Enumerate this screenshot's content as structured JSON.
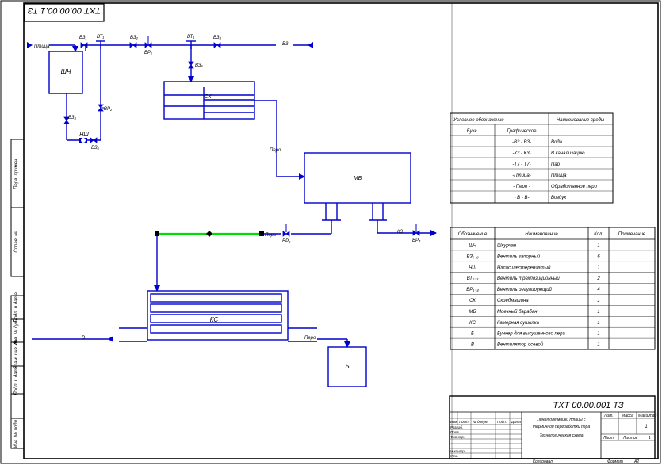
{
  "drawing": {
    "code_top": "ТХТ 00.00.00.1 ТЗ",
    "code_stamp": "ТХТ 00.00.001 ТЗ",
    "stamp_description_l1": "Линия для мойки птицы с",
    "stamp_description_l2": "термичной переработки пера",
    "stamp_description_l3": "Технологическая схема",
    "stamp_headers": [
      "Изм.",
      "Лист",
      "№ докум.",
      "Подп.",
      "Дата"
    ],
    "stamp_roles": [
      "Разраб.",
      "Пров.",
      "Т.контр.",
      "Н.контр.",
      "Утв."
    ],
    "stamp_lit": "Лит.",
    "stamp_mass": "Масса",
    "stamp_scale": "Масштаб",
    "stamp_scale_value": "1",
    "stamp_sheet": "Лист",
    "stamp_sheets": "Листов",
    "stamp_sheets_value": "1",
    "footer_copied": "Копировал",
    "footer_format": "Формат",
    "footer_format_value": "А2",
    "left_strip": [
      "Инв. № подл.",
      "Подп. и дата",
      "Взам. инв. №",
      "Инв. № дубл.",
      "Подп. и дата",
      "Справ. №",
      "Перв. примен."
    ]
  },
  "diagram": {
    "equipment": {
      "shch": "ШЧ",
      "sk": "СК",
      "mb": "МБ",
      "ks": "КС",
      "b": "Б",
      "nsh": "НШ"
    },
    "flow_labels": {
      "ptitsa": "Птица",
      "pero1": "Перо",
      "pero2": "Перо",
      "pero3": "Перо",
      "v_in": "В",
      "v3": "В3",
      "k3": "К3"
    },
    "valve_labels": {
      "vz1": "ВЗ₁",
      "vt1a": "ВТ₁",
      "vz2": "ВЗ₂",
      "vr1": "ВР₁",
      "vt1b": "ВТ₁",
      "vz4": "ВЗ₄",
      "vz5": "ВЗ₅",
      "vz3": "ВЗ₃",
      "vr2": "ВР₂",
      "vz6": "ВЗ₆",
      "vr3": "ВР₃",
      "vr4": "ВР₄"
    }
  },
  "legend_table": {
    "title": "Условное обозначение",
    "title_right": "Наименование среды",
    "header_letter": "Букв.",
    "header_graphic": "Графическое",
    "rows": [
      {
        "graphic": "-В3 - В3-",
        "name": "Вода"
      },
      {
        "graphic": "-К3 - К3-",
        "name": "В канализацию"
      },
      {
        "graphic": "-Т7 - Т7-",
        "name": "Пар"
      },
      {
        "graphic": "-Птица-",
        "name": "Птица"
      },
      {
        "graphic": "- Перо -",
        "name": "Обработанное перо"
      },
      {
        "graphic": "- В - В-",
        "name": "Воздух"
      }
    ]
  },
  "spec_table": {
    "headers": [
      "Обозначение",
      "Наименование",
      "Кол.",
      "Примечание"
    ],
    "rows": [
      {
        "code": "ШЧ",
        "name": "Шкурчан",
        "qty": "1"
      },
      {
        "code": "ВЗ₁₋₆",
        "name": "Вентиль запорный",
        "qty": "6"
      },
      {
        "code": "НШ",
        "name": "Насос шестеренчатый",
        "qty": "1"
      },
      {
        "code": "ВТ₁₋₂",
        "name": "Вентиль трехпозиционный",
        "qty": "2"
      },
      {
        "code": "ВР₁₋₄",
        "name": "Вентиль регулирующий",
        "qty": "4"
      },
      {
        "code": "СК",
        "name": "Скребмашина",
        "qty": "1"
      },
      {
        "code": "МБ",
        "name": "Моечный барабан",
        "qty": "1"
      },
      {
        "code": "КС",
        "name": "Камерная сушилка",
        "qty": "1"
      },
      {
        "code": "Б",
        "name": "Бункер для высушенного пера",
        "qty": "1"
      },
      {
        "code": "В",
        "name": "Вентилятор осевой",
        "qty": "1"
      }
    ]
  },
  "colors": {
    "line": "#0000cc",
    "feed": "#00dd00",
    "frame": "#000000",
    "table": "#000000"
  }
}
